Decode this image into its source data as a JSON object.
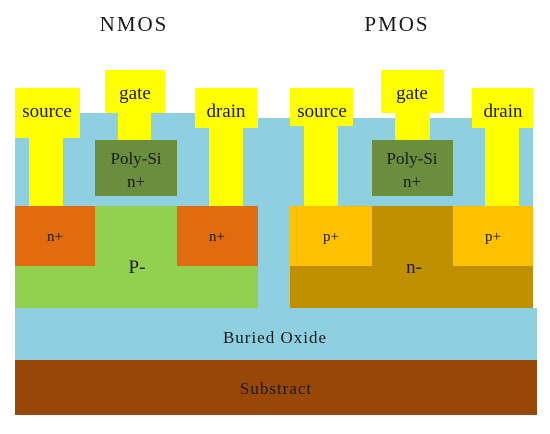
{
  "titles": {
    "nmos": "NMOS",
    "pmos": "PMOS"
  },
  "nmos": {
    "source": "source",
    "gate": "gate",
    "drain": "drain",
    "poly_line1": "Poly-Si",
    "poly_line2": "n+",
    "source_doping": "n+",
    "drain_doping": "n+",
    "body": "P-"
  },
  "pmos": {
    "source": "source",
    "gate": "gate",
    "drain": "drain",
    "poly_line1": "Poly-Si",
    "poly_line2": "n+",
    "source_doping": "p+",
    "drain_doping": "p+",
    "body": "n-"
  },
  "layers": {
    "buried_oxide": "Buried Oxide",
    "substrate": "Substract"
  },
  "colors": {
    "metal": "#ffff00",
    "oxide": "#8ecfe0",
    "poly": "#6b8e3e",
    "n_plus": "#e26b10",
    "p_well": "#92d050",
    "p_plus": "#ffc000",
    "n_well": "#bf9000",
    "substrate": "#994707"
  }
}
